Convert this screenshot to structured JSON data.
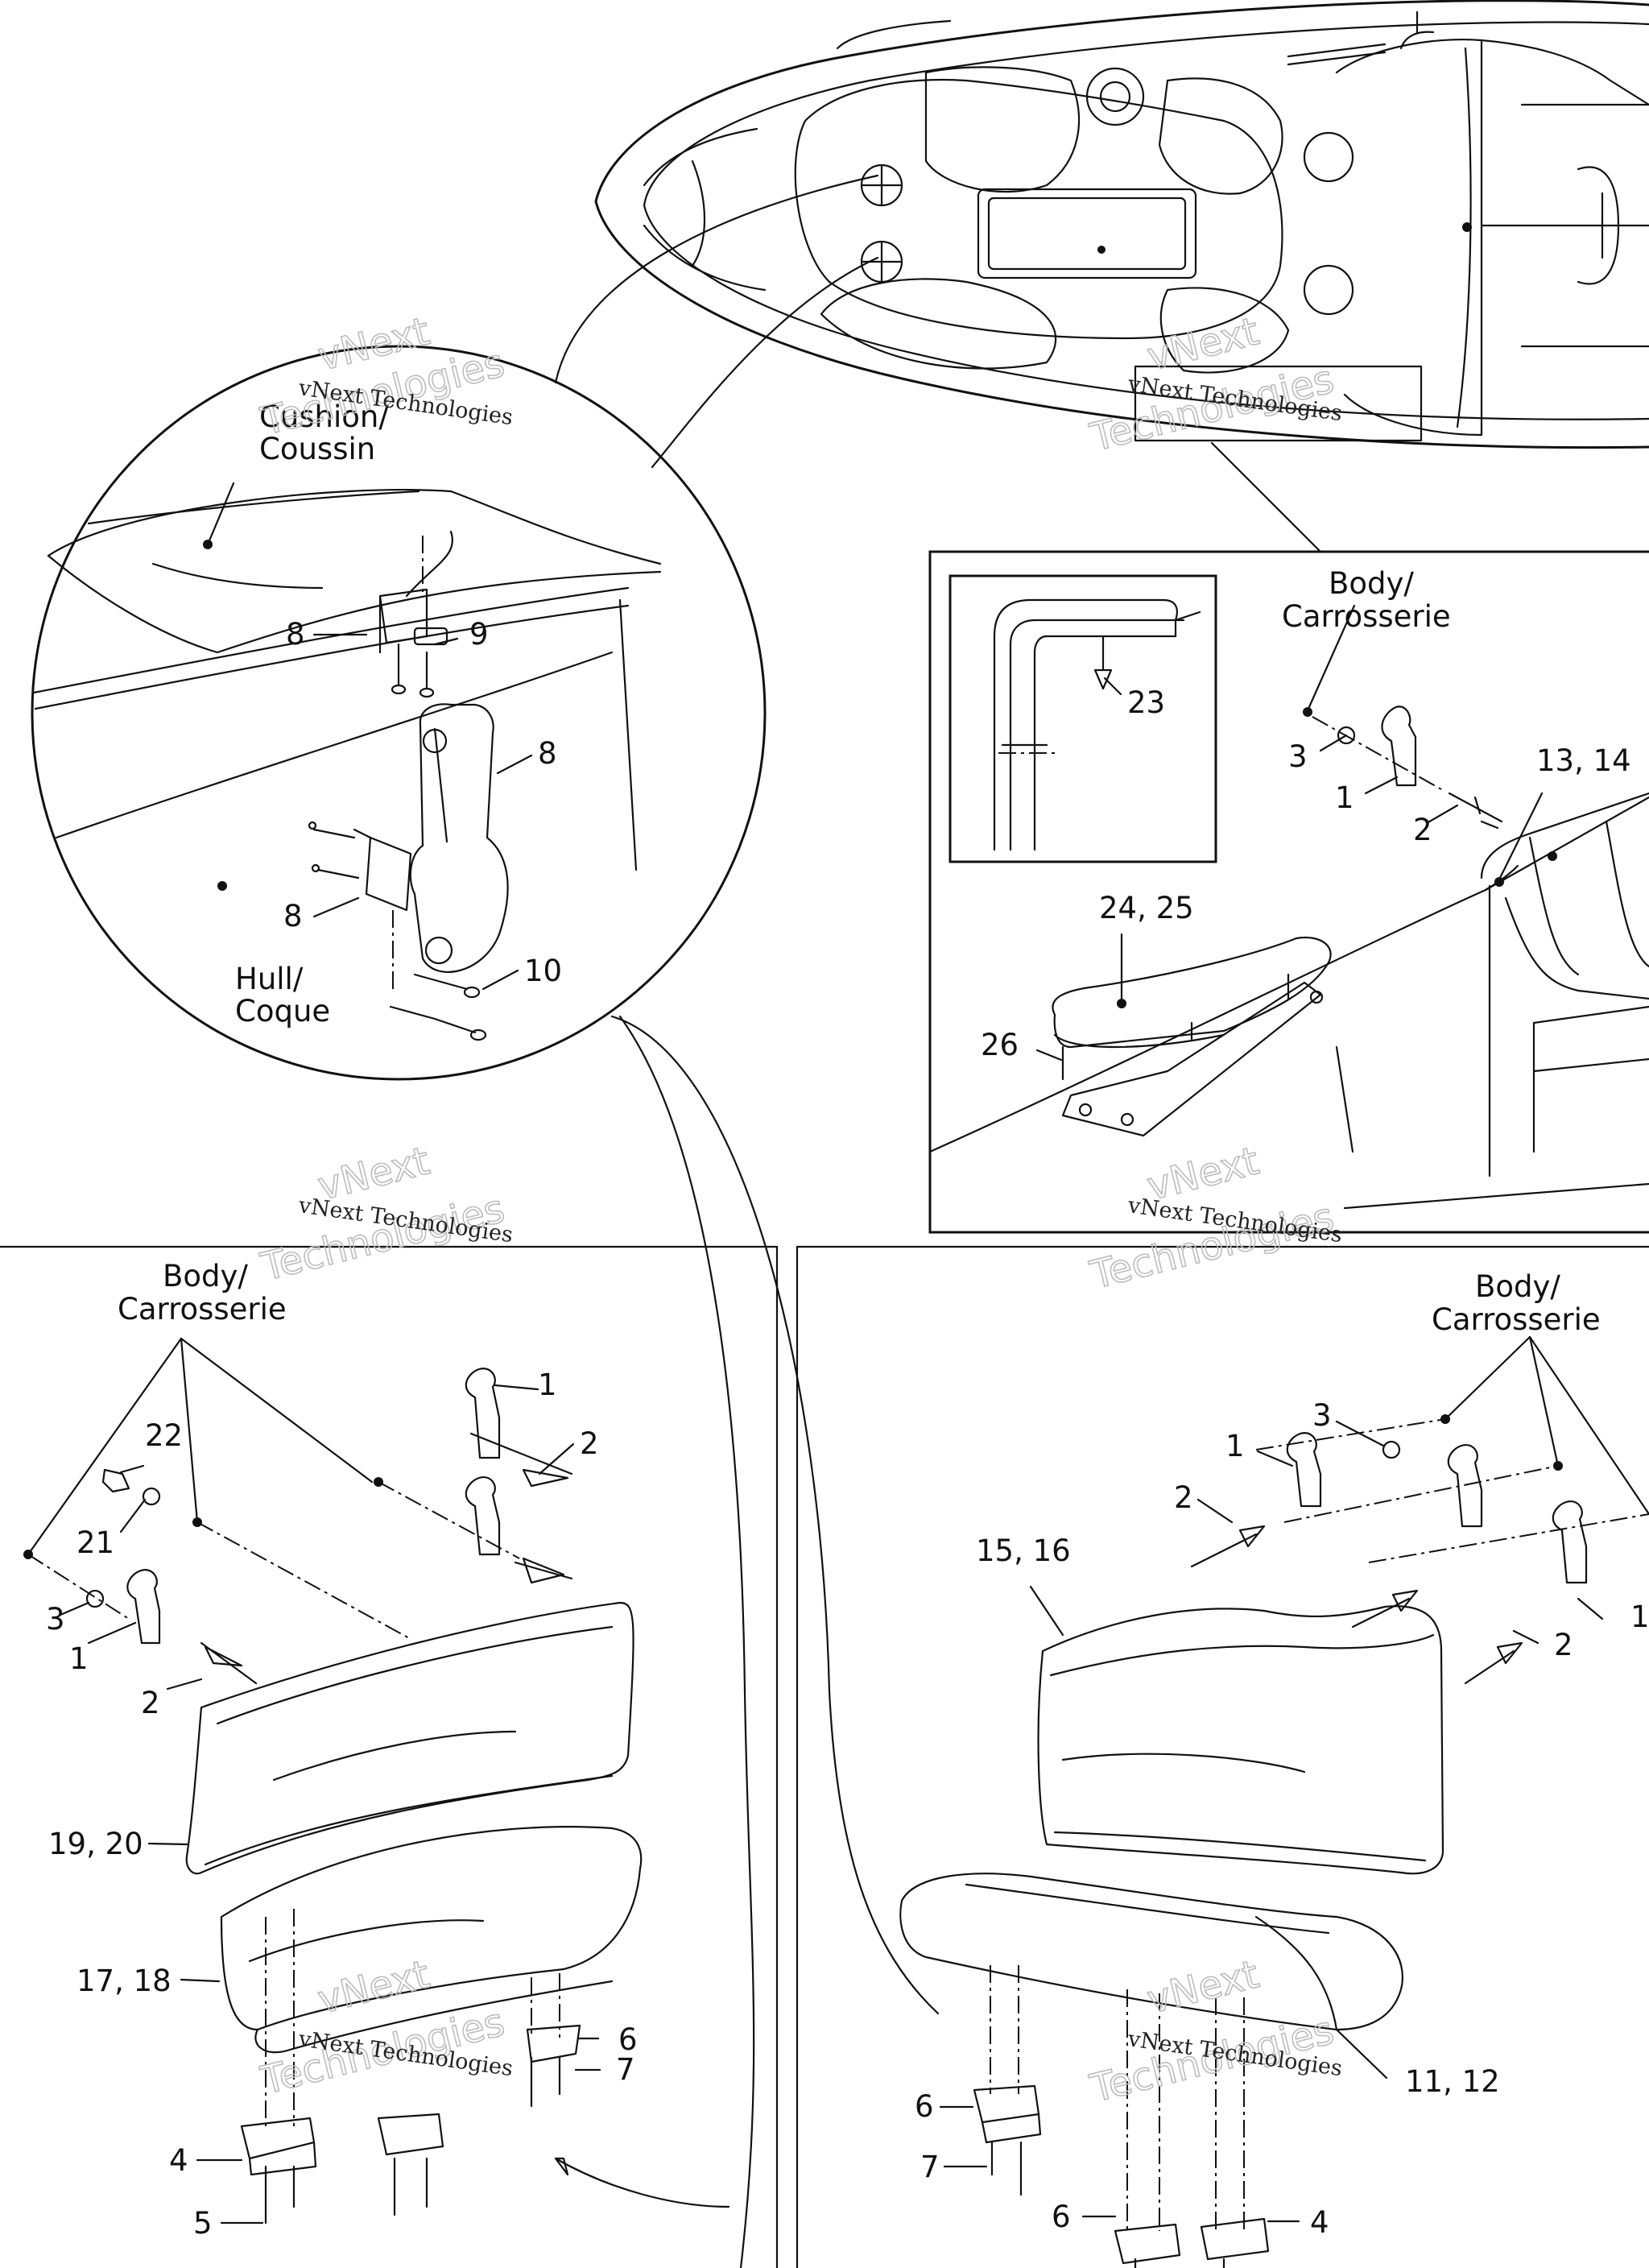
{
  "labels": {
    "cushion": [
      "Cushion/",
      "Coussin"
    ],
    "hull": [
      "Hull/",
      "Coque"
    ],
    "body": [
      "Body/",
      "Carrosserie"
    ]
  },
  "callouts": {
    "n1": "1",
    "n2": "2",
    "n3": "3",
    "n4": "4",
    "n5": "5",
    "n6": "6",
    "n7": "7",
    "n8": "8",
    "n9": "9",
    "n10": "10",
    "n21": "21",
    "n22": "22",
    "n23": "23",
    "n26": "26",
    "n11_12": "11, 12",
    "n13_14": "13, 14",
    "n15_16": "15, 16",
    "n17_18": "17, 18",
    "n19_20": "19, 20",
    "n24_25": "24, 25"
  },
  "watermark": {
    "line1": "vNext Technologies",
    "line2": "vNext",
    "line3": "Technologies"
  }
}
